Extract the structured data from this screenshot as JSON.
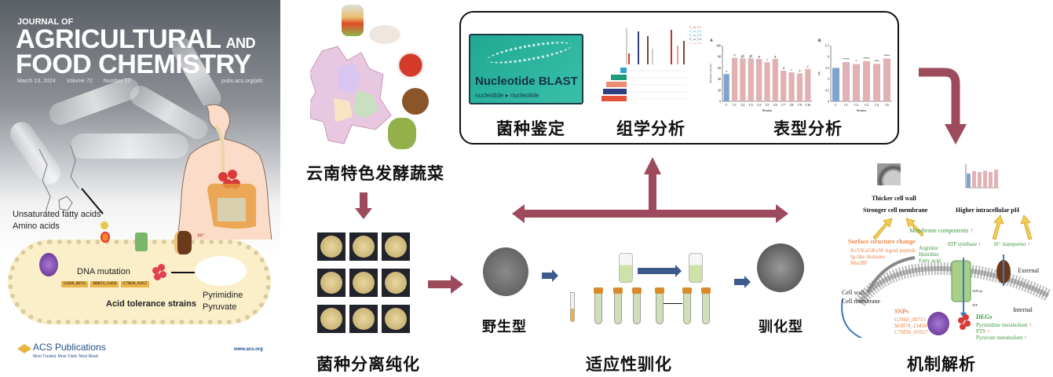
{
  "cover": {
    "journal_of": "JOURNAL OF",
    "title_line1": "AGRICULTURAL",
    "title_and": "AND",
    "title_line2": "FOOD CHEMISTRY",
    "date": "March 13, 2024",
    "volume": "Volume 72",
    "number": "Number 10",
    "url": "pubs.acs.org/jafc",
    "lipids_label": "Unsaturated fatty acids",
    "amino_label": "Amino acids",
    "dna_label": "DNA mutation",
    "genes": [
      "GJS60_08715",
      "MJB74_13450",
      "C7M36_01657"
    ],
    "strains_label": "Acid tolerance strains",
    "pyrimidine_label": "Pyrimidine",
    "pyruvate_label": "Pyruvate",
    "hplus": "H⁺",
    "publisher": "ACS Publications",
    "publisher_tagline": "Most Trusted. Most Cited. Most Read.",
    "publisher_url": "www.acs.org"
  },
  "steps": {
    "source": "云南特色发酵蔬菜",
    "isolation": "菌种分离纯化",
    "wild_type": "野生型",
    "adaptive_domestication": "适应性驯化",
    "domesticated": "驯化型",
    "mechanism": "机制解析",
    "identification": "菌种鉴定",
    "omics": "组学分析",
    "phenotype": "表型分析"
  },
  "blast": {
    "title": "Nucleotide BLAST",
    "subtitle": "nucleotide ▸ nucleotide"
  },
  "upset_legend": [
    "C_vs_C1",
    "C_vs_C2",
    "C_vs_C3",
    "C_vs_C4",
    "C_vs_C5"
  ],
  "chart_data": [
    {
      "type": "bar",
      "title": "A",
      "categories": [
        "C",
        "C1",
        "C2",
        "C3",
        "C4",
        "C5",
        "C6",
        "C7",
        "C8",
        "C9",
        "C10"
      ],
      "values": [
        49,
        78,
        77,
        77,
        76,
        70,
        76,
        55,
        52,
        50,
        58
      ],
      "letters": [
        "a",
        "h",
        "gh",
        "gh",
        "g",
        "f",
        "g",
        "d",
        "c",
        "b",
        "e"
      ],
      "xlabel": "Strains",
      "ylabel": "Survival rate (%)",
      "ylim": [
        0,
        100
      ],
      "yticks": [
        0,
        20,
        40,
        60,
        80,
        100
      ]
    },
    {
      "type": "bar",
      "title": "B",
      "categories": [
        "C",
        "C1",
        "C2",
        "C3",
        "C4",
        "C6"
      ],
      "values": [
        5.5,
        5.76,
        5.67,
        5.8,
        5.68,
        5.92
      ],
      "marks": [
        "",
        "****",
        "*",
        "****",
        "***",
        "****"
      ],
      "xlabel": "Strains",
      "ylabel": "pHi",
      "ylim": [
        4.0,
        6.5
      ],
      "yticks": [
        4.0,
        4.5,
        5.0,
        5.5,
        6.0,
        6.5
      ]
    }
  ],
  "mechanism": {
    "cell_wall_result": "Thicker cell wall",
    "membrane_result": "Stronger cell membrane",
    "ph_result": "Higher intracellular pH",
    "surface_change": "Surface structure change",
    "surface_items": [
      "KxYKxGKxW signal peptide",
      "Ig-like domains",
      "MucBP"
    ],
    "membrane_components": "Membrane components",
    "fatty_items": [
      "Arginine",
      "Histidine",
      "Fatty acid"
    ],
    "atp_synthase": "ATP synthase",
    "h_transporter": "H⁺ transporter",
    "up_arrow": "↑",
    "external": "External",
    "internal": "Internal",
    "cell_wall": "Cell wall",
    "cell_membrane": "Cell membrane",
    "adp": "ADP+pi",
    "atp": "ATP",
    "snps_title": "SNPs",
    "snps": [
      "GJS60_08715",
      "MJB74_13450",
      "C7M36_01657"
    ],
    "degs_title": "DEGs",
    "degs": [
      "Pyrimidine metabolism",
      "PTS",
      "Pyruvate metabolism"
    ]
  },
  "colors": {
    "arrow_maroon": "#9c4a5c",
    "arrow_navy": "#3d5a8c",
    "bar_control": "#7fa3cf",
    "bar_strain": "#e2b1b3"
  }
}
